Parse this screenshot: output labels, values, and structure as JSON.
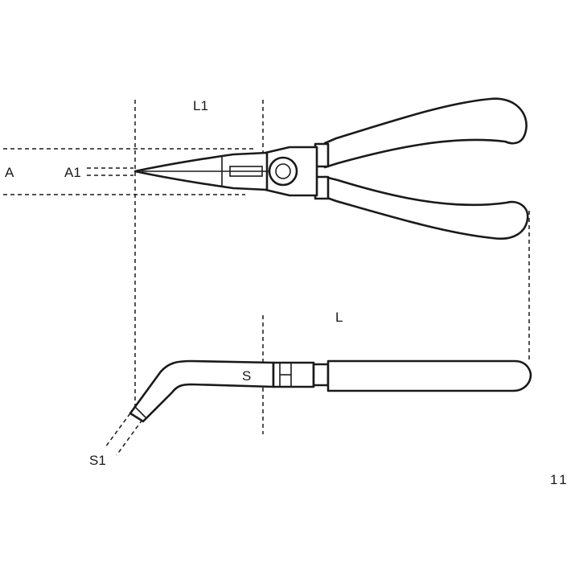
{
  "labels": {
    "A": "A",
    "A1": "A1",
    "L1": "L1",
    "L": "L",
    "S": "S",
    "S1": "S1",
    "code": "11"
  },
  "colors": {
    "line": "#1a1a1a",
    "background": "#ffffff"
  }
}
